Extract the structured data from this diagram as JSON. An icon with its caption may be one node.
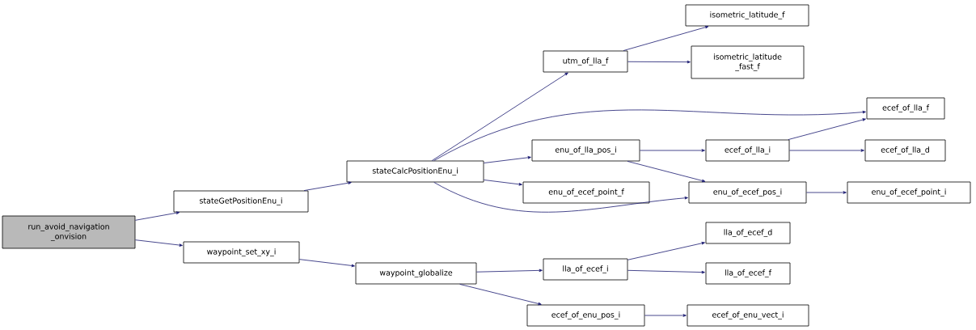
{
  "diagram": {
    "nodes": [
      {
        "text": [
          "run_avoid_navigation _onvision"
        ]
      },
      {
        "text": [
          "stateGetPositionEnu_i"
        ]
      },
      {
        "text": [
          "waypoint_set_xy_i"
        ]
      },
      {
        "text": [
          "stateCalcPositionEnu_i"
        ]
      },
      {
        "text": [
          "waypoint_globalize"
        ]
      },
      {
        "text": [
          "utm_of_lla_f"
        ]
      },
      {
        "text": [
          "enu_of_lla_pos_i"
        ]
      },
      {
        "text": [
          "enu_of_ecef_point_f"
        ]
      },
      {
        "text": [
          "lla_of_ecef_i"
        ]
      },
      {
        "text": [
          "ecef_of_enu_pos_i"
        ]
      },
      {
        "text": [
          "isometric_latitude_f"
        ]
      },
      {
        "text": [
          "isometric_latitude _fast_f"
        ]
      },
      {
        "text": [
          "ecef_of_lla_f"
        ]
      },
      {
        "text": [
          "ecef_of_lla_i"
        ]
      },
      {
        "text": [
          "enu_of_ecef_pos_i"
        ]
      },
      {
        "text": [
          "lla_of_ecef_d"
        ]
      },
      {
        "text": [
          "lla_of_ecef_f"
        ]
      },
      {
        "text": [
          "ecef_of_enu_vect_i"
        ]
      },
      {
        "text": [
          "ecef_of_lla_d"
        ]
      },
      {
        "text": [
          "enu_of_ecef_point_i"
        ]
      }
    ],
    "edges": [
      {
        "from": 0,
        "to": 1,
        "arrow": "to"
      },
      {
        "from": 0,
        "to": 2,
        "arrow": "to"
      },
      {
        "from": 1,
        "to": 3,
        "arrow": "to"
      },
      {
        "from": 2,
        "to": 4,
        "arrow": "to"
      },
      {
        "from": 3,
        "to": 5,
        "arrow": "to"
      },
      {
        "from": 3,
        "to": 12,
        "arrow": "to"
      },
      {
        "from": 3,
        "to": 6,
        "arrow": "to"
      },
      {
        "from": 3,
        "to": 7,
        "arrow": "to"
      },
      {
        "from": 3,
        "to": 14,
        "arrow": "to"
      },
      {
        "from": 4,
        "to": 8,
        "arrow": "to"
      },
      {
        "from": 4,
        "to": 9,
        "arrow": "to"
      },
      {
        "from": 5,
        "to": 10,
        "arrow": "to"
      },
      {
        "from": 5,
        "to": 11,
        "arrow": "to"
      },
      {
        "from": 6,
        "to": 13,
        "arrow": "to"
      },
      {
        "from": 6,
        "to": 14,
        "arrow": "to"
      },
      {
        "from": 13,
        "to": 12,
        "arrow": "to"
      },
      {
        "from": 13,
        "to": 18,
        "arrow": "to"
      },
      {
        "from": 14,
        "to": 19,
        "arrow": "to"
      },
      {
        "from": 8,
        "to": 15,
        "arrow": "to"
      },
      {
        "from": 8,
        "to": 16,
        "arrow": "to"
      },
      {
        "from": 9,
        "to": 17,
        "arrow": "to"
      }
    ]
  }
}
